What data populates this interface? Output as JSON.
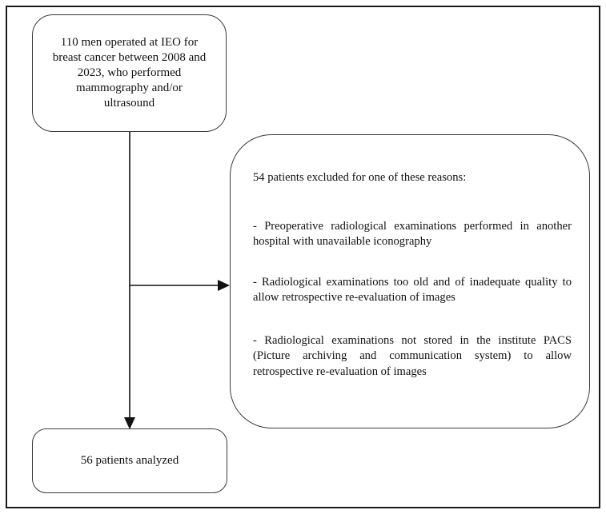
{
  "flowchart": {
    "start_box": {
      "text": "110 men operated at IEO for breast cancer between 2008 and 2023, who performed mammography and/or ultrasound"
    },
    "exclusion_box": {
      "intro": "54 patients excluded for one of these reasons:",
      "reasons": [
        "- Preoperative radiological examinations performed in another hospital with unavailable iconography",
        "- Radiological examinations too old and of inadequate quality to allow retrospective re-evaluation of images",
        "- Radiological examinations not stored in the institute PACS (Picture archiving and communication system) to allow retrospective re-evaluation of images"
      ]
    },
    "end_box": {
      "text": "56 patients analyzed"
    }
  },
  "colors": {
    "frame": "#1a1a1a",
    "box_border": "#3a3a3a",
    "arrow": "#111111",
    "text": "#111111"
  }
}
